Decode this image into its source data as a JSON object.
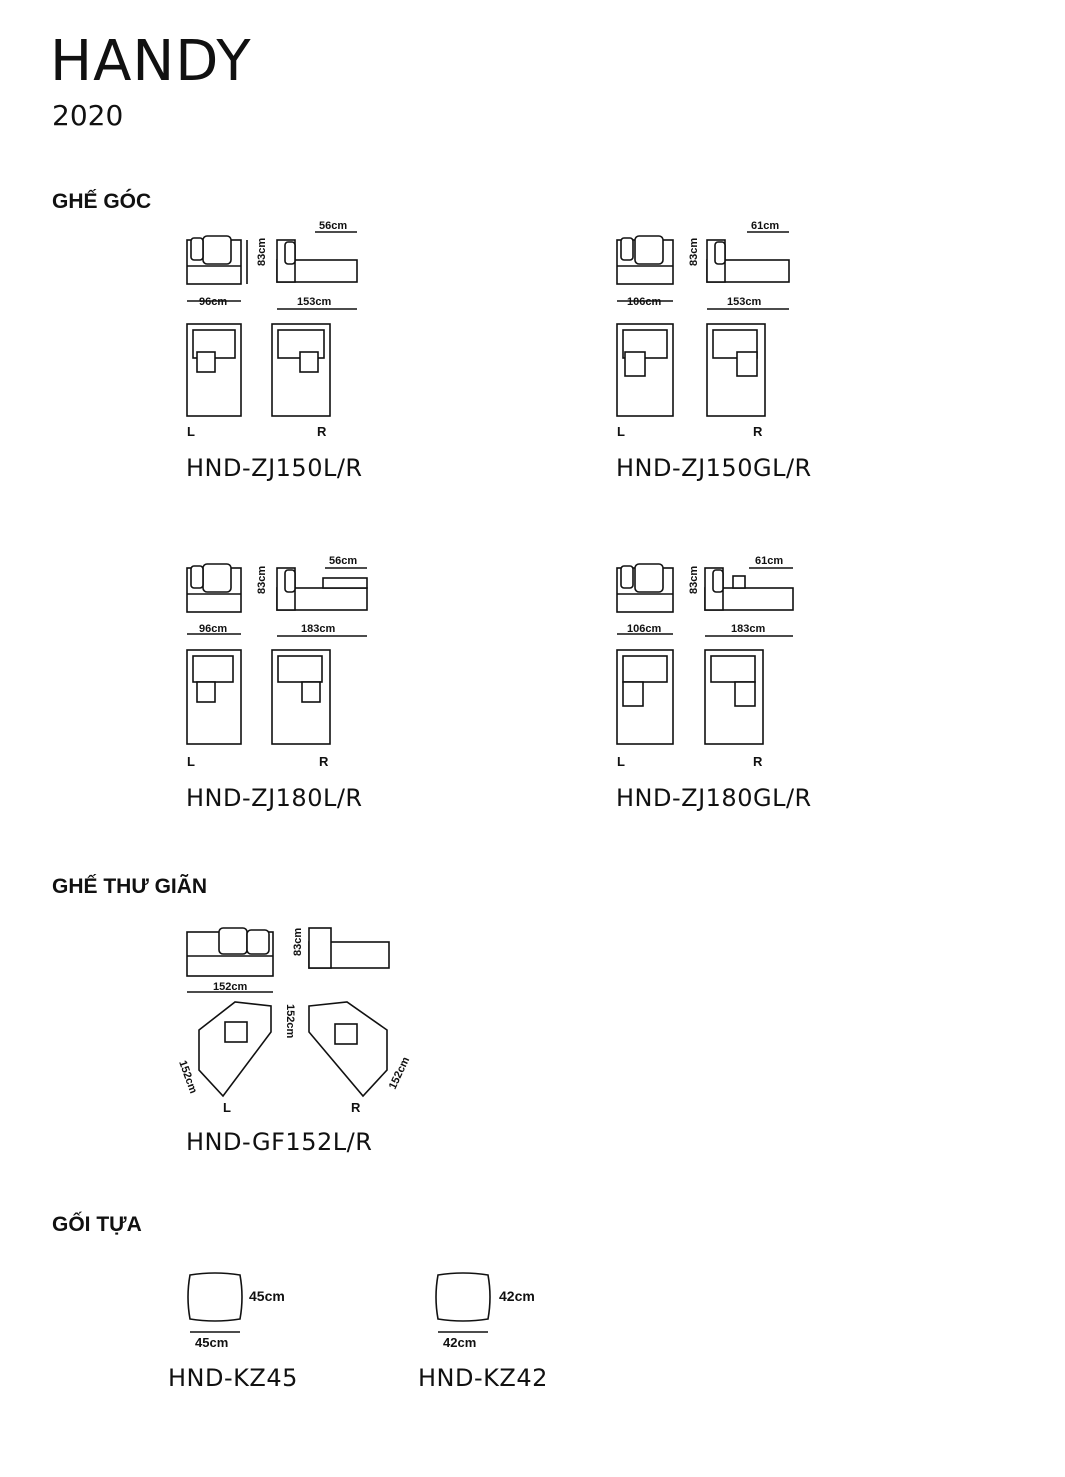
{
  "brand": {
    "name": "HANDY",
    "year": "2020"
  },
  "sections": {
    "corner": "GHẾ GÓC",
    "relax": "GHẾ THƯ GIÃN",
    "pillow": "GỐI TỰA"
  },
  "side_labels": {
    "left": "L",
    "right": "R"
  },
  "corner_models": [
    {
      "code": "HND-ZJ150L/R",
      "width_front": "96cm",
      "length": "153cm",
      "height": "83cm",
      "depth": "56cm"
    },
    {
      "code": "HND-ZJ150GL/R",
      "width_front": "106cm",
      "length": "153cm",
      "height": "83cm",
      "depth": "61cm"
    },
    {
      "code": "HND-ZJ180L/R",
      "width_front": "96cm",
      "length": "183cm",
      "height": "83cm",
      "depth": "56cm"
    },
    {
      "code": "HND-ZJ180GL/R",
      "width_front": "106cm",
      "length": "183cm",
      "height": "83cm",
      "depth": "61cm"
    }
  ],
  "relax_model": {
    "code": "HND-GF152L/R",
    "width": "152cm",
    "height": "83cm",
    "side_left": "152cm",
    "side_mid": "152cm",
    "side_right": "152cm"
  },
  "pillows": [
    {
      "code": "HND-KZ45",
      "width": "45cm",
      "height": "45cm"
    },
    {
      "code": "HND-KZ42",
      "width": "42cm",
      "height": "42cm"
    }
  ]
}
